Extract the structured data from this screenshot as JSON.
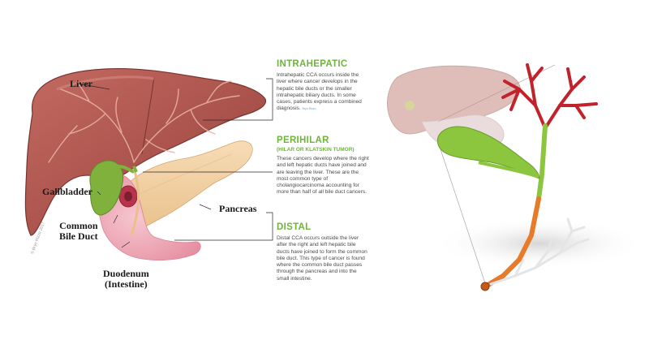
{
  "anatomy_labels": {
    "liver": "Liver",
    "gallbladder": "Gallbladder",
    "pancreas": "Pancreas",
    "common_bile_duct": "Common\nBile Duct",
    "duodenum": "Duodenum\n(Intestine)"
  },
  "copyright": "© Bryn Rizzo 2017",
  "sections": [
    {
      "title": "INTRAHEPATIC",
      "subtitle": "",
      "body": "Intrahepatic CCA occurs inside the liver where cancer develops in the hepatic bile ducts or the smaller intrahepatic biliary ducts. In some cases, patients express a combined diagnosis.",
      "credit": "Bryn Rizzo"
    },
    {
      "title": "PERIHILAR",
      "subtitle": "(HILAR OR KLATSKIN TUMOR)",
      "body": "These cancers develop where the right and left hepatic ducts have joined and are leaving the liver. These are the most common type of cholangiocarcinoma accounting for more than half of all bile duct cancers.",
      "credit": ""
    },
    {
      "title": "DISTAL",
      "subtitle": "",
      "body": "Distal CCA occurs outside the liver after the right and left hepatic bile ducts have joined to form the common bile duct. This type of cancer is found where the common bile duct passes through the pancreas and into the small intestine.",
      "credit": ""
    }
  ],
  "colors": {
    "liver": "#b25a52",
    "liver_dark": "#8a3b36",
    "gallbladder": "#7fb13c",
    "pancreas": "#f2d2a4",
    "duodenum": "#eea9b6",
    "heading_green": "#6fb43a",
    "intrahepatic_duct": "#c0232c",
    "perihilar_duct": "#8cc63f",
    "distal_duct": "#e87a2a"
  }
}
